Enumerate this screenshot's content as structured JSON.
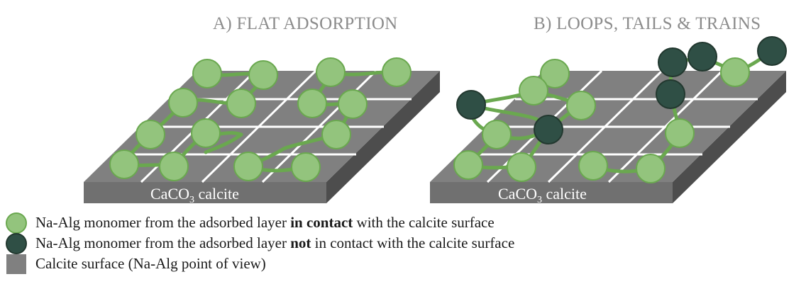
{
  "panels": {
    "a_title": "A) FLAT ADSORPTION",
    "b_title": "B) LOOPS, TAILS & TRAINS",
    "slab_label_main": "CaCO",
    "slab_label_sub": "3",
    "slab_label_tail": " calcite"
  },
  "legend": {
    "item1_pre": "Na-Alg monomer from the adsorbed layer ",
    "item1_bold": "in contact",
    "item1_post": " with the calcite surface",
    "item2_pre": "Na-Alg monomer from the adsorbed layer ",
    "item2_bold": "not",
    "item2_post": " in contact with the calcite surface",
    "item3": "Calcite surface (Na-Alg point of view)"
  },
  "colors": {
    "monomer_contact": "#93c47d",
    "monomer_not_contact": "#2f4f45",
    "chain": "#6aa84f",
    "surface": "#808080",
    "title": "#8c8c8c"
  }
}
